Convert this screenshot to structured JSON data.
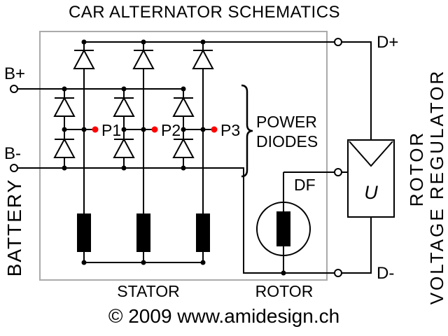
{
  "title": "CAR ALTERNATOR SCHEMATICS",
  "copyright": "© 2009 www.amidesign.ch",
  "colors": {
    "wire": "#000000",
    "phase_dot": "#ff0000",
    "housing_border": "#aaaaaa"
  },
  "terminals": {
    "b_plus": "B+",
    "b_minus": "B-",
    "d_plus": "D+",
    "d_minus": "D-",
    "df": "DF"
  },
  "phase_points": [
    "P1",
    "P2",
    "P3"
  ],
  "labels": {
    "battery": "BATTERY",
    "stator": "STATOR",
    "rotor": "ROTOR",
    "power_diodes_line1": "POWER",
    "power_diodes_line2": "DIODES",
    "regulator_u": "U",
    "regulator_side_line1": "ROTOR",
    "regulator_side_line2": "VOLTAGE REGULATOR"
  }
}
